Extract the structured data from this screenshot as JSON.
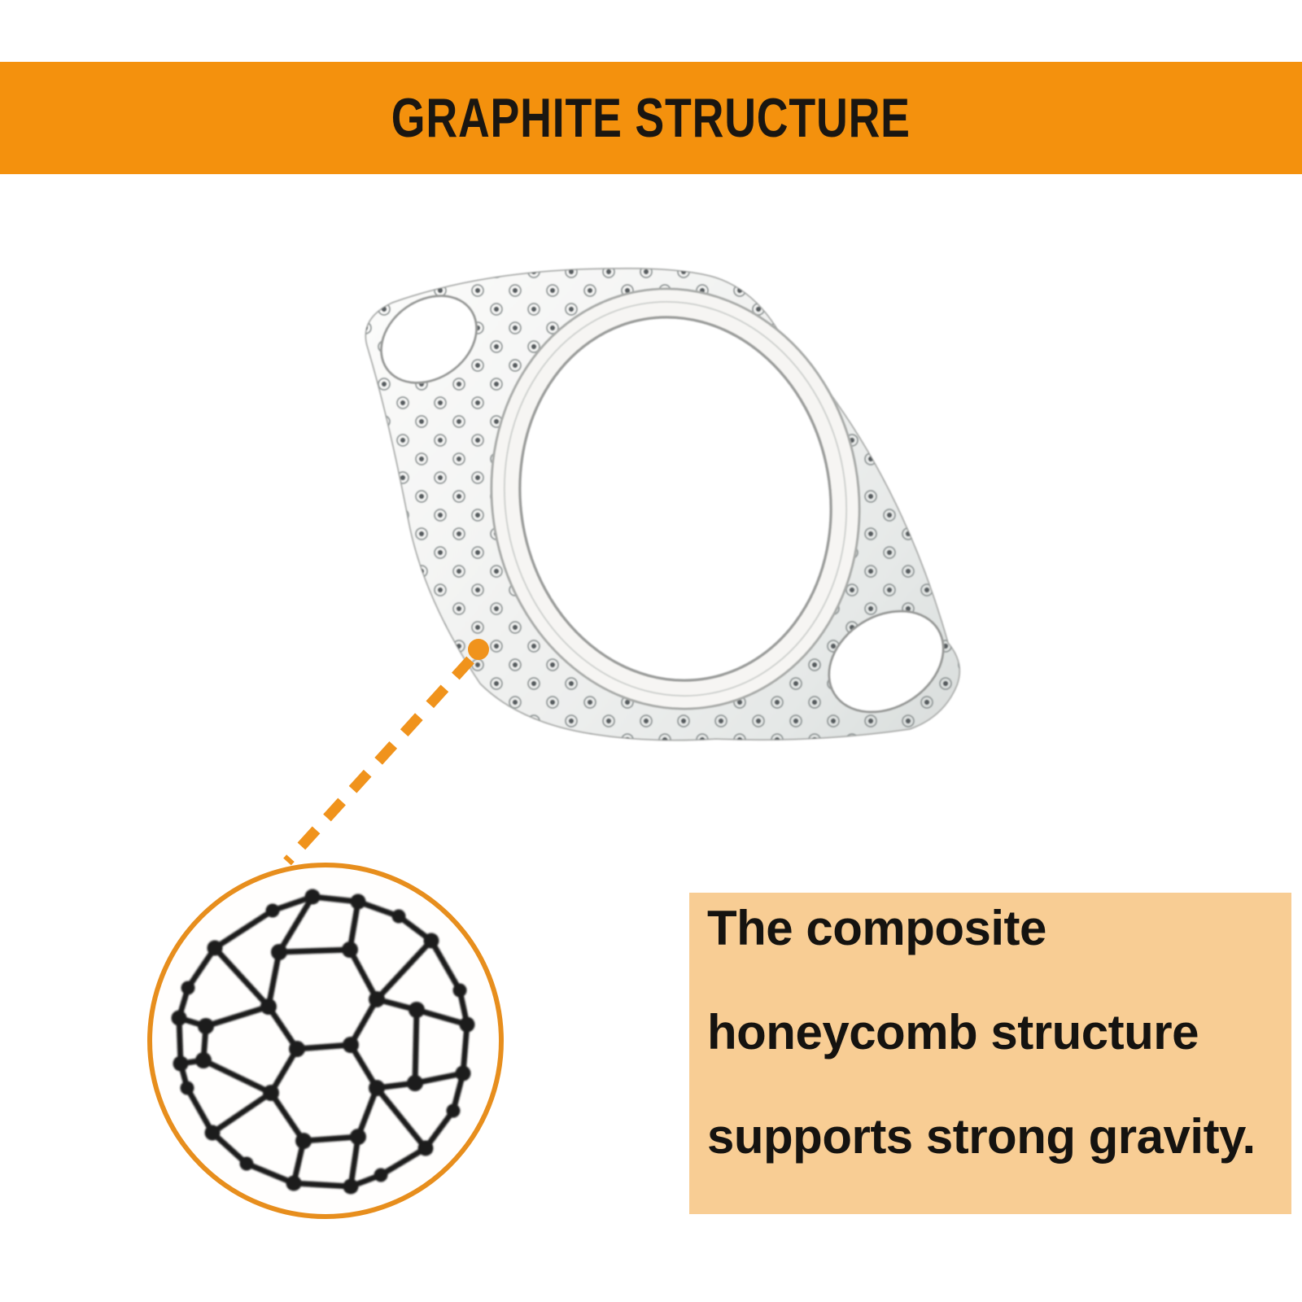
{
  "header": {
    "title": "GRAPHITE STRUCTURE",
    "bg_color": "#F4910D",
    "text_color": "#1A1611"
  },
  "illustration": {
    "gasket_icon": "two-bolt-exhaust-flange-gasket",
    "molecule_icon": "fullerene-honeycomb-molecule",
    "marker_color": "#F0931C",
    "lens_circle_color": "#E78E1D",
    "molecule_color": "#1B1B1B"
  },
  "callout": {
    "bg_color": "#F8CD94",
    "text_color": "#151310",
    "lines": [
      "The composite",
      "honeycomb structure",
      "supports strong gravity."
    ]
  }
}
